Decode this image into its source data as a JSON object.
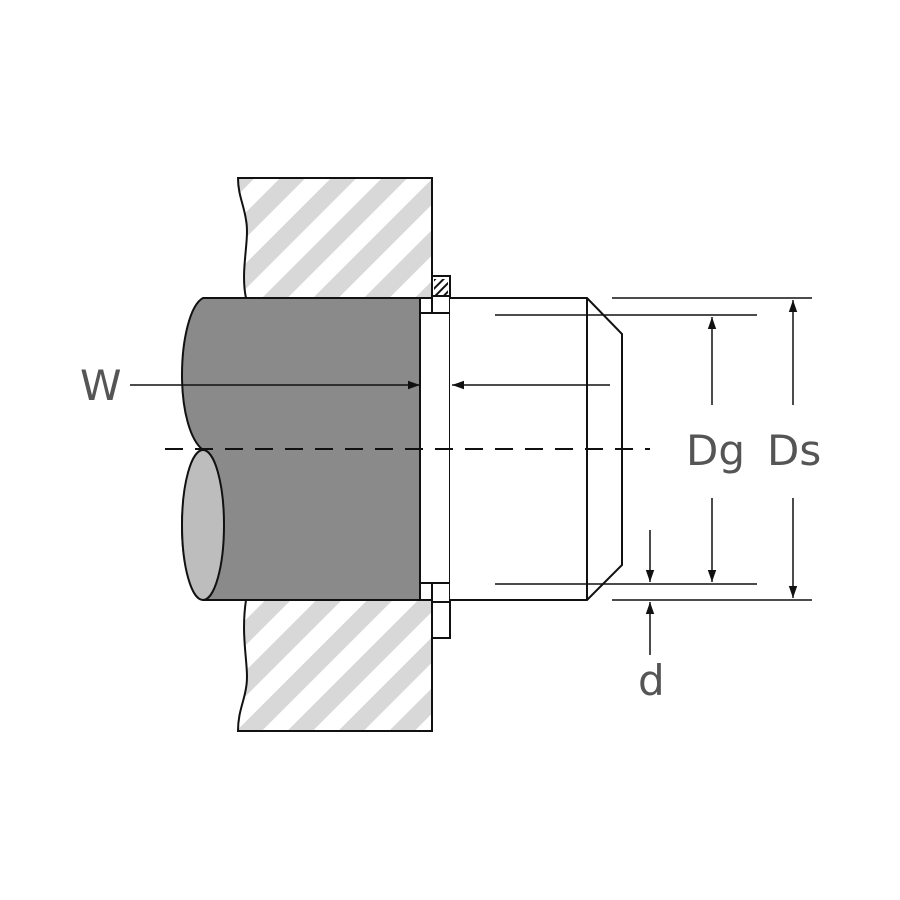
{
  "labels": {
    "w": "W",
    "dg": "Dg",
    "ds": "Ds",
    "d": "d"
  },
  "colors": {
    "line": "#111111",
    "shaft_dark": "#8a8a8a",
    "shaft_end": "#bdbdbd",
    "hatch": "#d8d8d8",
    "label": "#555555",
    "background": "#ffffff"
  }
}
